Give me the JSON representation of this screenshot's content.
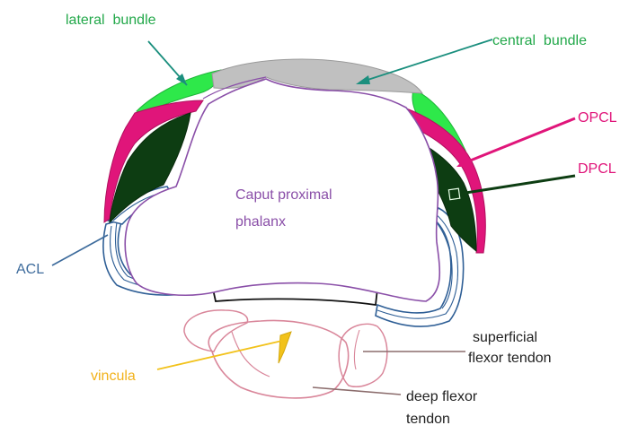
{
  "labels": {
    "lateral_bundle": "lateral  bundle",
    "central_bundle": "central  bundle",
    "opcl": "OPCL",
    "dpcl": "DPCL",
    "caput_line1": "Caput proximal",
    "caput_line2": "phalanx",
    "acl": "ACL",
    "vincula": "vincula",
    "superficial_line1": "superficial",
    "superficial_line2": "flexor tendon",
    "deep_line1": "deep flexor",
    "deep_line2": "tendon"
  },
  "colors": {
    "lateral_bundle": "#22c55e",
    "lateral_fill": "#2ee84a",
    "central_fill": "#c0c0c0",
    "opcl": "#e0157a",
    "dpcl": "#0d3d12",
    "caput": "#8a4fa8",
    "acl": "#3d6b9c",
    "vincula": "#f2c21b",
    "tendon": "#d9869a",
    "arrow_grey": "#8c6d6d"
  }
}
